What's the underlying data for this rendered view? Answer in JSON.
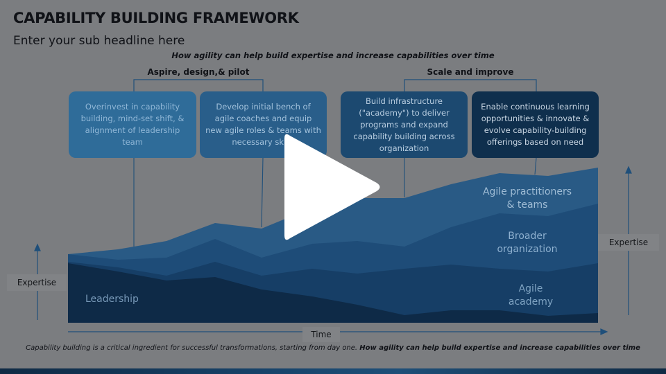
{
  "slide": {
    "title": "CAPABILITY BUILDING FRAMEWORK",
    "subheadline": "Enter your sub headline here",
    "question": "How agility can help build expertise and increase capabilities over time"
  },
  "phases": [
    {
      "label": "Aspire, design,& pilot"
    },
    {
      "label": "Scale and improve"
    }
  ],
  "steps": [
    {
      "text": "Overinvest in capability building, mind-set shift, & alignment of leadership team"
    },
    {
      "text": "Develop initial bench of agile coaches and equip new agile roles & teams with necessary skills"
    },
    {
      "text": "Build infrastructure (\"academy\") to deliver programs and expand capability building across organization"
    },
    {
      "text": "Enable continuous learning opportunities & innovate & evolve capability-building offerings based on need"
    }
  ],
  "areas": {
    "practitioners": "Agile practitioners & teams",
    "broader": "Broader organization",
    "academy": "Agile academy",
    "leadership": "Leadership"
  },
  "axes": {
    "left": "Expertise",
    "right": "Expertise",
    "bottom": "Time"
  },
  "footnote": {
    "regular": "Capability building is a critical ingredient for successful transformations, starting from day one. ",
    "bold": "How agility can help build expertise and increase capabilities over time"
  },
  "colors": {
    "background_dim": "#7b7d80",
    "area_practitioners": "#295a85",
    "area_broader": "#1e4c78",
    "area_academy": "#163e66",
    "area_leadership": "#0e2a47"
  },
  "icons": {
    "play": "play-icon"
  }
}
